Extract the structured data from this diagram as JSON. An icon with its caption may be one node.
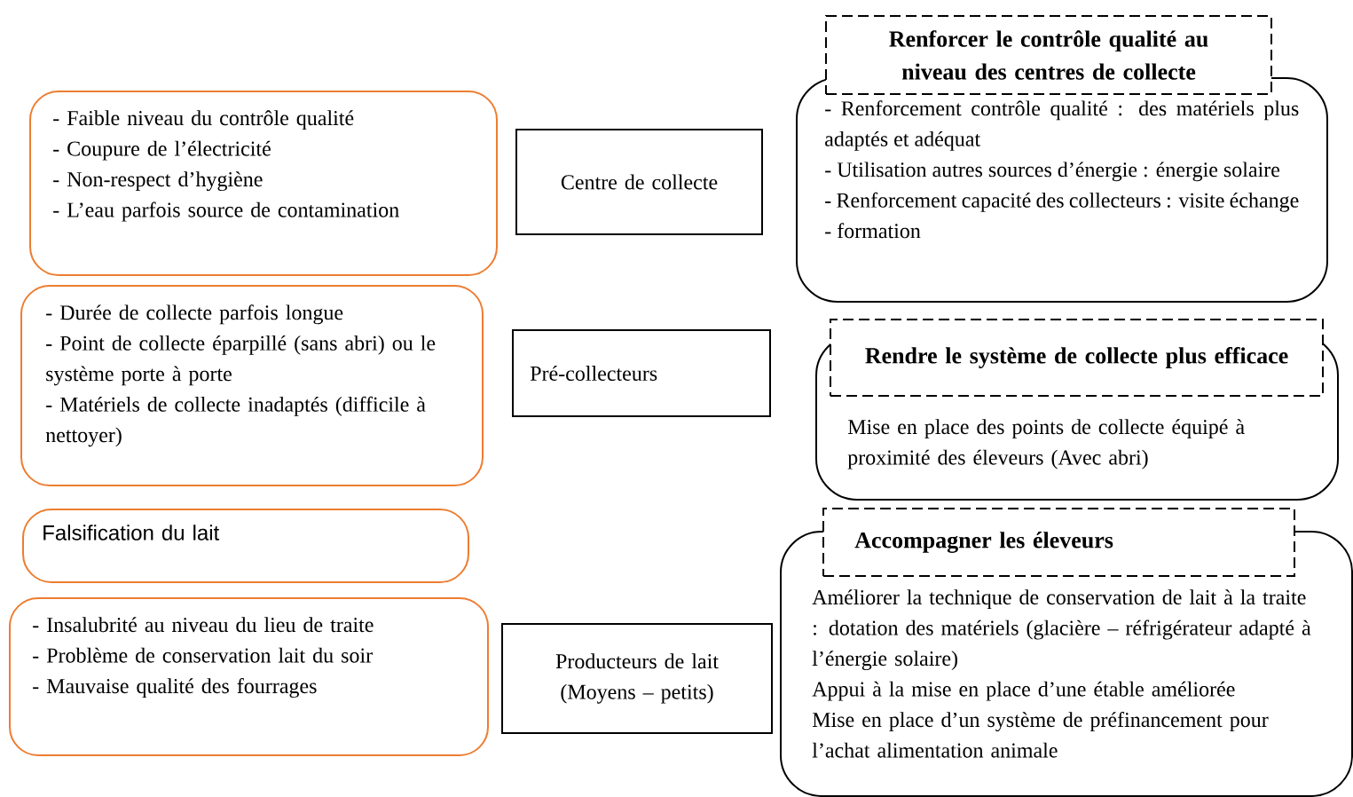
{
  "diagram": {
    "nodes": [
      {
        "text": [
          "- Faible niveau du contrôle qualité",
          "- Coupure de l’électricité",
          "- Non-respect d’hygiène",
          "- L’eau parfois source de contamination"
        ]
      },
      {
        "text": [
          "-  Durée de collecte parfois longue",
          "- Point de collecte éparpillé (sans abri) ou le système porte à porte",
          "- Matériels de collecte inadaptés (difficile à nettoyer)"
        ]
      },
      {
        "text": [
          "Falsification du lait"
        ]
      },
      {
        "text": [
          "- Insalubrité au niveau du lieu de traite",
          "- Problème de conservation lait du soir",
          "- Mauvaise qualité des fourrages"
        ]
      },
      {
        "text": [
          "Centre de collecte"
        ]
      },
      {
        "text": [
          "Pré-collecteurs"
        ]
      },
      {
        "text": [
          "Producteurs de lait (Moyens – petits)"
        ]
      },
      {
        "text": [
          "- Renforcement contrôle qualité : des matériels plus adaptés et adéquat",
          "- Utilisation autres sources d’énergie : énergie solaire",
          "- Renforcement capacité des collecteurs : visite échange - formation"
        ]
      },
      {
        "text": [
          "Renforcer le contrôle qualité au niveau des centres de collecte"
        ]
      },
      {
        "text": [
          "Mise en place des points de collecte équipé à proximité des éleveurs (Avec abri)"
        ]
      },
      {
        "text": [
          "Rendre le système de collecte plus efficace"
        ]
      },
      {
        "text": [
          "Améliorer la technique de conservation de lait à la traite : dotation des matériels (glacière – réfrigérateur adapté à l’énergie solaire)",
          "Appui à la mise en place d’une étable améliorée",
          "Mise en place d’un système de préfinancement pour l’achat alimentation animale"
        ]
      },
      {
        "text": [
          "Accompagner les éleveurs"
        ]
      }
    ]
  }
}
